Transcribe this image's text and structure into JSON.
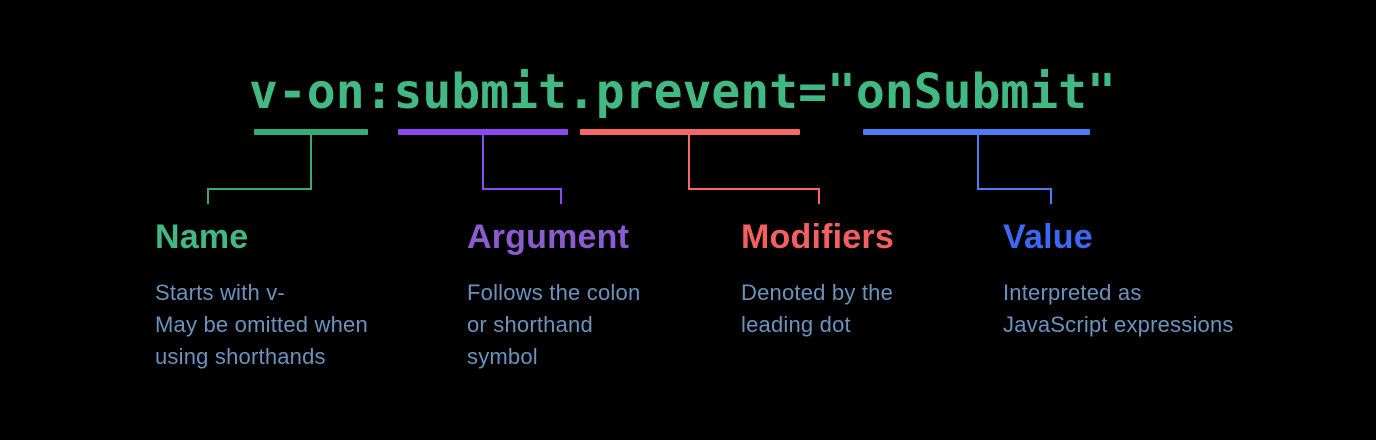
{
  "code": "v-on:submit.prevent=\"onSubmit\"",
  "colors": {
    "background": "#000000",
    "code_text": "#42b883",
    "description_text": "#6b93bd"
  },
  "sections": [
    {
      "key": "name",
      "label": "Name",
      "description": "Starts with v-\nMay be omitted when\nusing shorthands",
      "underlined_code_part": "v-on",
      "colors": {
        "bar": "#35ab75",
        "label": "#42b883"
      }
    },
    {
      "key": "argument",
      "label": "Argument",
      "description": "Follows the colon\nor shorthand\nsymbol",
      "underlined_code_part": "submit",
      "colors": {
        "bar": "#8c48f2",
        "label": "#8a5cd0"
      }
    },
    {
      "key": "modifiers",
      "label": "Modifiers",
      "description": "Denoted by the\nleading dot",
      "underlined_code_part": ".prevent",
      "colors": {
        "bar": "#f96767",
        "label": "#f45f5f"
      }
    },
    {
      "key": "value",
      "label": "Value",
      "description": "Interpreted as\nJavaScript expressions",
      "underlined_code_part": "onSubmit",
      "colors": {
        "bar": "#4b7df6",
        "label": "#3d68f3"
      }
    }
  ]
}
